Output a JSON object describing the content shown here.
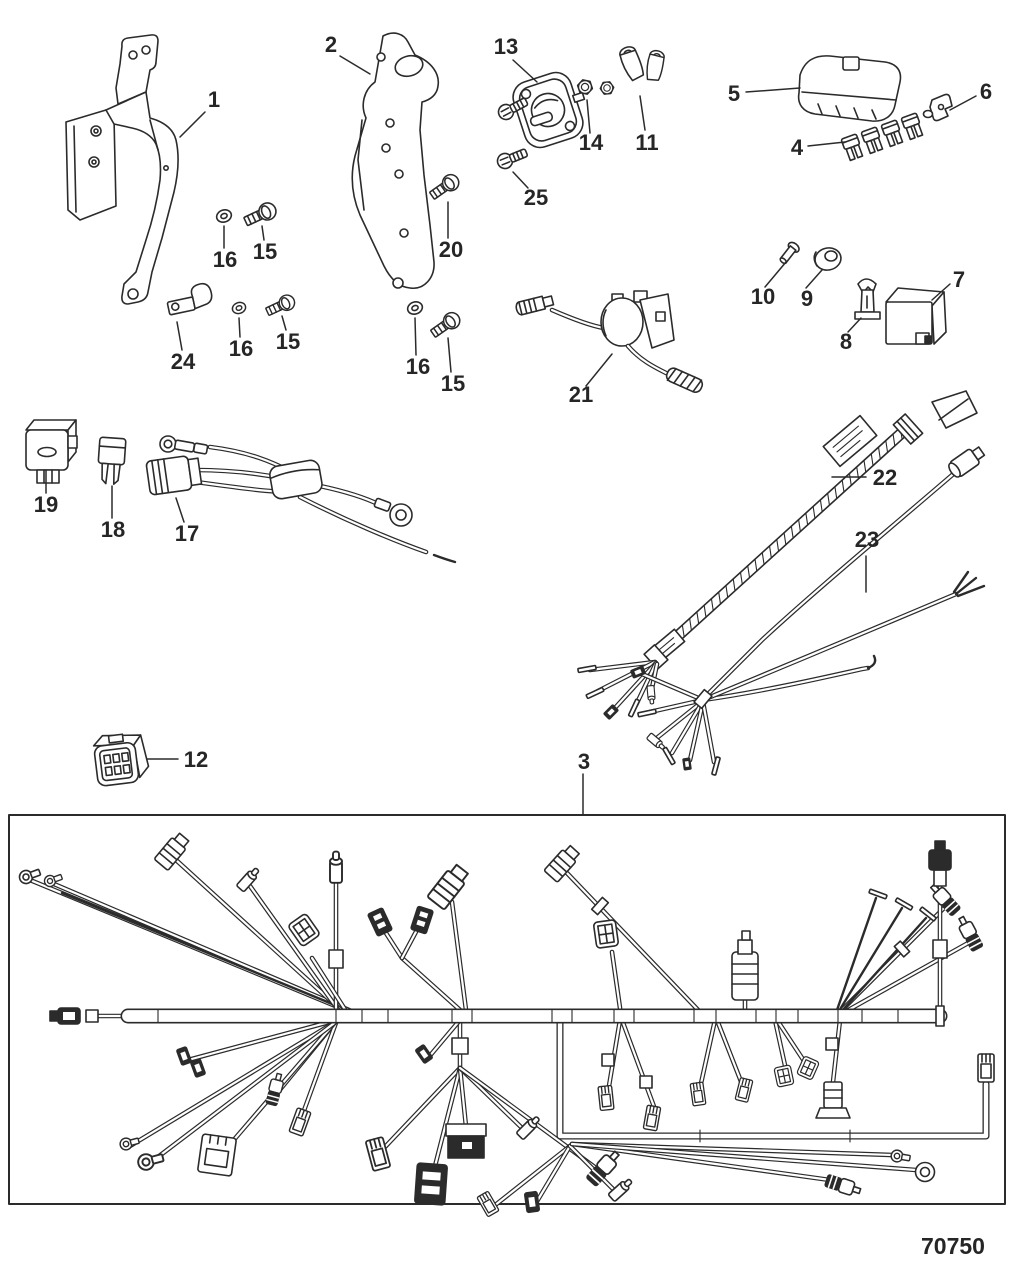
{
  "figure": {
    "type": "exploded-parts-diagram",
    "subject": "wiring harness and electrical components",
    "drawing_number": "70750"
  },
  "callouts": [
    {
      "label": "1"
    },
    {
      "label": "2"
    },
    {
      "label": "3"
    },
    {
      "label": "4"
    },
    {
      "label": "5"
    },
    {
      "label": "6"
    },
    {
      "label": "7"
    },
    {
      "label": "8"
    },
    {
      "label": "9"
    },
    {
      "label": "10"
    },
    {
      "label": "11"
    },
    {
      "label": "12"
    },
    {
      "label": "13"
    },
    {
      "label": "14"
    },
    {
      "label": "15"
    },
    {
      "label": "15"
    },
    {
      "label": "15"
    },
    {
      "label": "16"
    },
    {
      "label": "16"
    },
    {
      "label": "16"
    },
    {
      "label": "17"
    },
    {
      "label": "18"
    },
    {
      "label": "19"
    },
    {
      "label": "20"
    },
    {
      "label": "21"
    },
    {
      "label": "22"
    },
    {
      "label": "23"
    },
    {
      "label": "24"
    },
    {
      "label": "25"
    }
  ]
}
